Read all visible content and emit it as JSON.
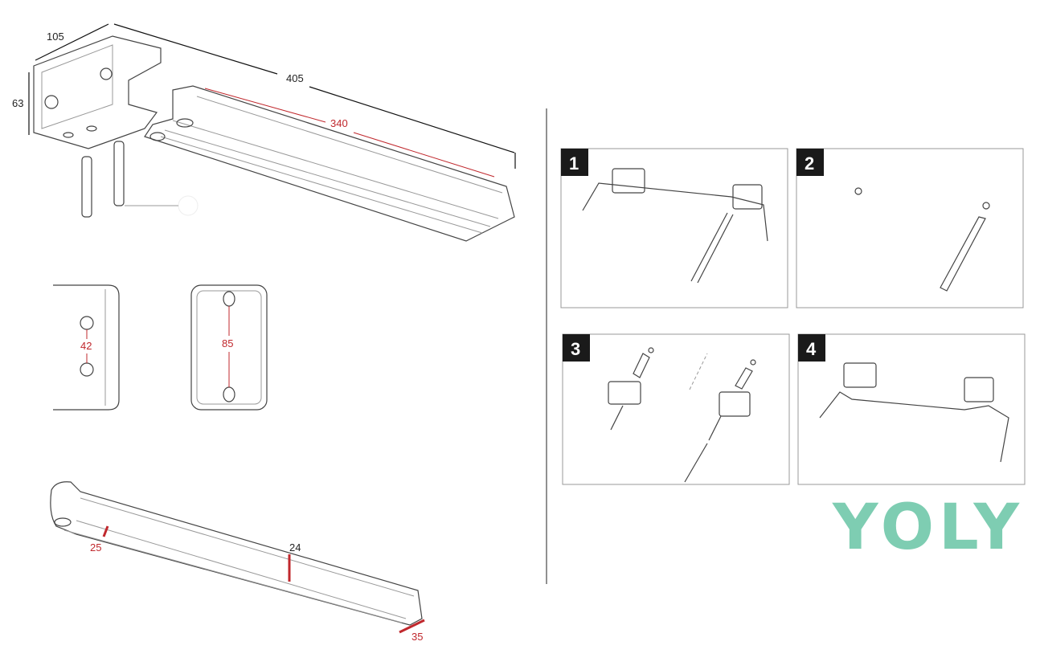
{
  "dimensions": {
    "depth": "105",
    "height": "63",
    "total_length": "405",
    "rail_length": "340",
    "hole_spacing_small": "42",
    "hole_spacing_large": "85",
    "rail_width": "25",
    "rail_height": "24",
    "end_width": "35"
  },
  "steps": [
    {
      "number": "1"
    },
    {
      "number": "2"
    },
    {
      "number": "3"
    },
    {
      "number": "4"
    }
  ],
  "brand": {
    "logo": "YOLY",
    "color": "#7ecdb2"
  },
  "colors": {
    "dimension_red": "#c0282d"
  }
}
